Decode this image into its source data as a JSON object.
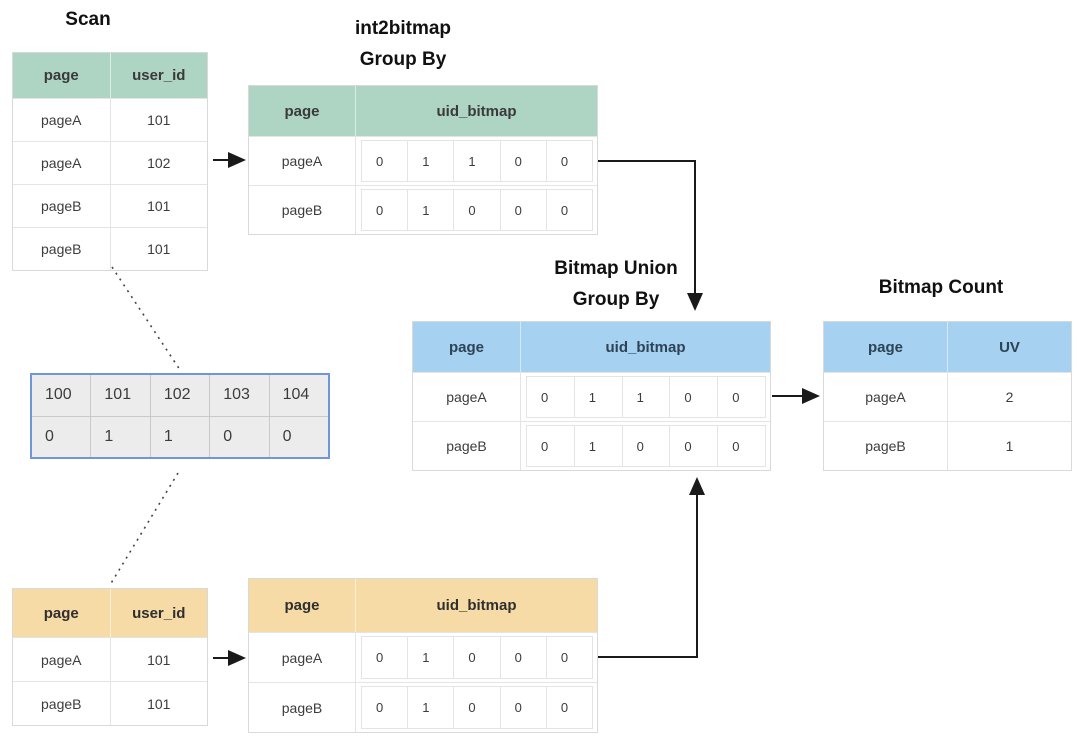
{
  "colors": {
    "green_header": "#aed4c4",
    "blue_header": "#a6d1f1",
    "blue_header_text": "#2d4356",
    "tan_header": "#f6dba6",
    "table_border": "#d9d9d9",
    "row_border": "#e4e4e4",
    "legend_bg": "#ececec",
    "legend_border": "#6f96d8",
    "legend_line": "#c9c9c9",
    "text": "#333333",
    "arrow": "#1a1a1a"
  },
  "titles": {
    "scan": "Scan",
    "int2bitmap_line1": "int2bitmap",
    "int2bitmap_line2": "Group By",
    "bitmap_union_line1": "Bitmap Union",
    "bitmap_union_line2": "Group By",
    "bitmap_count": "Bitmap Count"
  },
  "tables": {
    "scan": {
      "columns": [
        "page",
        "user_id"
      ],
      "rows": [
        [
          "pageA",
          "101"
        ],
        [
          "pageA",
          "102"
        ],
        [
          "pageB",
          "101"
        ],
        [
          "pageB",
          "101"
        ]
      ]
    },
    "int2bitmap": {
      "columns": [
        "page",
        "uid_bitmap"
      ],
      "rows": [
        {
          "page": "pageA",
          "bitmap": [
            "0",
            "1",
            "1",
            "0",
            "0"
          ]
        },
        {
          "page": "pageB",
          "bitmap": [
            "0",
            "1",
            "0",
            "0",
            "0"
          ]
        }
      ]
    },
    "legend": {
      "id_row": [
        "100",
        "101",
        "102",
        "103",
        "104"
      ],
      "bit_row": [
        "0",
        "1",
        "1",
        "0",
        "0"
      ]
    },
    "bitmap_union": {
      "columns": [
        "page",
        "uid_bitmap"
      ],
      "rows": [
        {
          "page": "pageA",
          "bitmap": [
            "0",
            "1",
            "1",
            "0",
            "0"
          ]
        },
        {
          "page": "pageB",
          "bitmap": [
            "0",
            "1",
            "0",
            "0",
            "0"
          ]
        }
      ]
    },
    "bitmap_count": {
      "columns": [
        "page",
        "UV"
      ],
      "rows": [
        [
          "pageA",
          "2"
        ],
        [
          "pageB",
          "1"
        ]
      ]
    },
    "bottom_scan": {
      "columns": [
        "page",
        "user_id"
      ],
      "rows": [
        [
          "pageA",
          "101"
        ],
        [
          "pageB",
          "101"
        ]
      ]
    },
    "bottom_bitmap": {
      "columns": [
        "page",
        "uid_bitmap"
      ],
      "rows": [
        {
          "page": "pageA",
          "bitmap": [
            "0",
            "1",
            "0",
            "0",
            "0"
          ]
        },
        {
          "page": "pageB",
          "bitmap": [
            "0",
            "1",
            "0",
            "0",
            "0"
          ]
        }
      ]
    }
  }
}
